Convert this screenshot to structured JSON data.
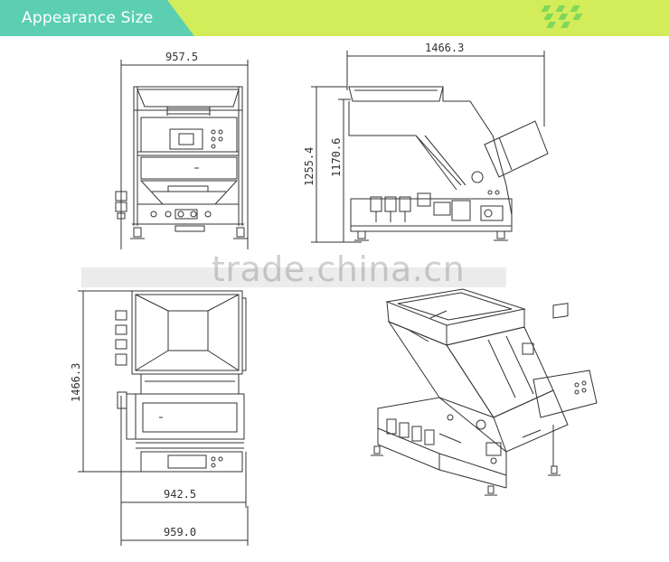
{
  "header": {
    "title": "Appearance Size",
    "accent_color": "#5fcfb0",
    "band_color": "#cfe95a",
    "pattern_color": "#7ed957"
  },
  "front_view": {
    "dims": {
      "top_width": "957.5"
    }
  },
  "side_view": {
    "dims": {
      "length": "1466.3",
      "height_total": "1255.4",
      "height_body": "1170.6"
    }
  },
  "top_view": {
    "dims": {
      "depth": "1466.3",
      "width_inner": "942.5",
      "width_outer": "959.0"
    }
  },
  "perspective_view": {},
  "watermark": {
    "text": "trade.china.cn"
  }
}
